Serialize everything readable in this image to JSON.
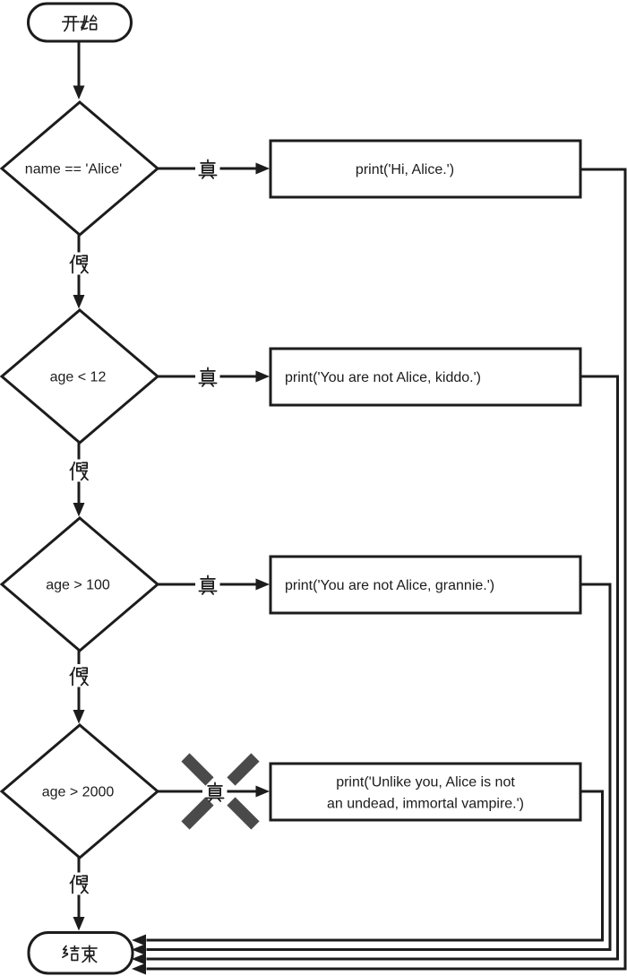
{
  "flowchart": {
    "start_label": "开始",
    "end_label": "结束",
    "true_label": "真",
    "false_label": "假",
    "steps": [
      {
        "condition": "name == 'Alice'",
        "true_action": "print('Hi, Alice.')"
      },
      {
        "condition": "age < 12",
        "true_action": "print('You are not Alice, kiddo.')"
      },
      {
        "condition": "age > 100",
        "true_action": "print('You are not Alice, grannie.')"
      },
      {
        "condition": "age > 2000",
        "true_action": "print('Unlike you, Alice is not an undead, immortal vampire.')",
        "true_action_line1": "print('Unlike you, Alice is not",
        "true_action_line2": "an undead, immortal vampire.')",
        "branch_crossed_out": true
      }
    ],
    "colors": {
      "stroke": "#1c1c1c",
      "x_mark": "#4a4a4a",
      "background": "#ffffff"
    }
  }
}
